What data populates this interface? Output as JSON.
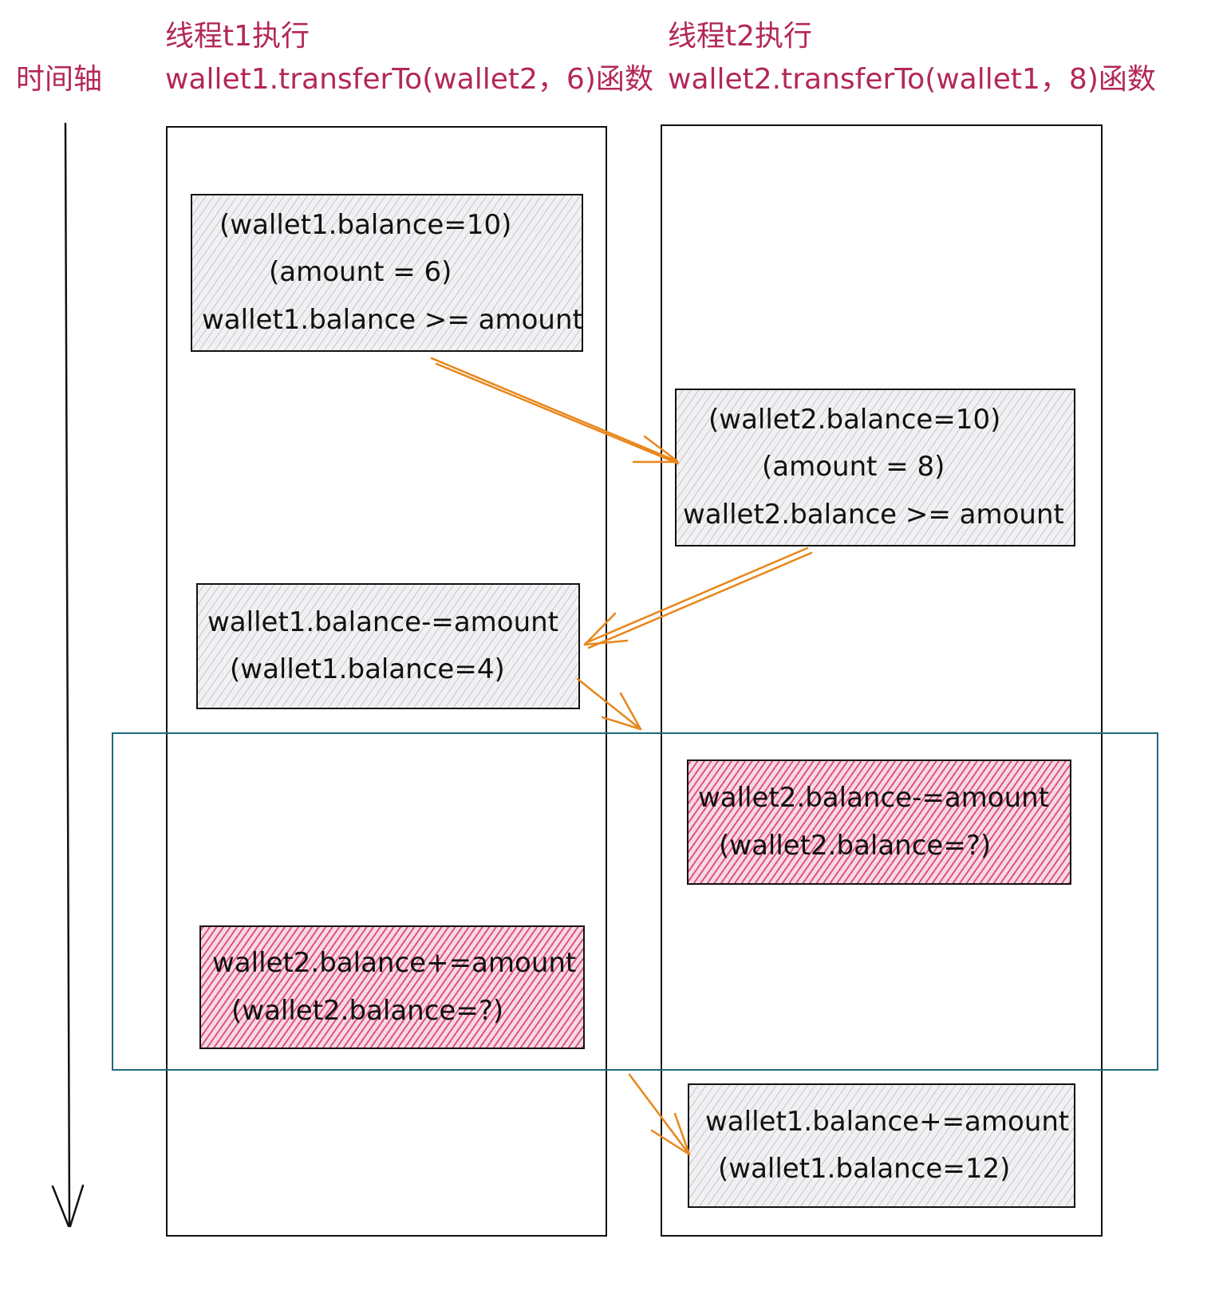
{
  "labels": {
    "timeline": "时间轴",
    "t1_title": "线程t1执行",
    "t1_call": "wallet1.transferTo(wallet2，6)函数",
    "t2_title": "线程t2执行",
    "t2_call": "wallet2.transferTo(wallet1，8)函数"
  },
  "steps": [
    {
      "lines": [
        "(wallet1.balance=10)",
        "(amount = 6)",
        "wallet1.balance >= amount"
      ]
    },
    {
      "lines": [
        "(wallet2.balance=10)",
        "(amount = 8)",
        "wallet2.balance >= amount"
      ]
    },
    {
      "lines": [
        "wallet1.balance-=amount",
        "(wallet1.balance=4)"
      ]
    },
    {
      "lines": [
        "wallet2.balance-=amount",
        "(wallet2.balance=?)"
      ]
    },
    {
      "lines": [
        "wallet2.balance+=amount",
        "(wallet2.balance=?)"
      ]
    },
    {
      "lines": [
        "wallet1.balance+=amount",
        "(wallet1.balance=12)"
      ]
    }
  ],
  "colors": {
    "label": "#b3275a",
    "arrow": "#e8861a",
    "critical_region": "#1c6b7e",
    "highlight": "#d6285f",
    "normal_fill": "#f1f1f3"
  }
}
